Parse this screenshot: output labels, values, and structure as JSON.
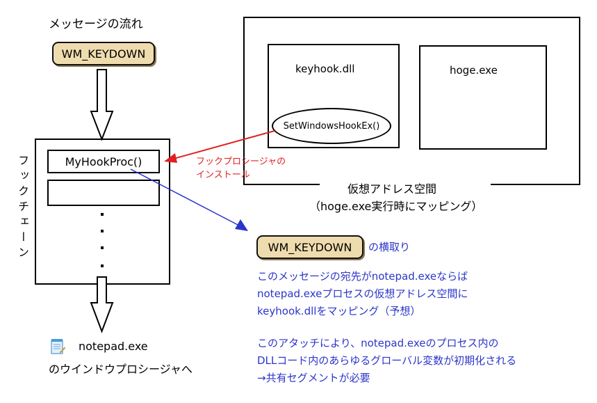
{
  "flow_title": "メッセージの流れ",
  "message_top": "WM_KEYDOWN",
  "hook_chain_label": "フックチェーン",
  "hook_proc": "MyHookProc()",
  "keyhook_dll": "keyhook.dll",
  "hoge_exe": "hoge.exe",
  "set_hook": "SetWindowsHookEx()",
  "install_label_line1": "フックプロシージャの",
  "install_label_line2": "インストール",
  "vspace_line1": "仮想アドレス空間",
  "vspace_line2": "（hoge.exe実行時にマッピング）",
  "message_intercept": "WM_KEYDOWN",
  "intercept_suffix": "の横取り",
  "note1_line1": "このメッセージの宛先がnotepad.exeならば",
  "note1_line2": "notepad.exeプロセスの仮想アドレス空間に",
  "note1_line3": "keyhook.dllをマッピング（予想）",
  "note2_line1": "このアタッチにより、notepad.exeのプロセス内の",
  "note2_line2": "DLLコード内のあらゆるグローバル変数が初期化される",
  "note2_line3": "→共有セグメントが必要",
  "notepad_label": "notepad.exe",
  "window_proc_label": "のウインドウプロシージャへ",
  "colors": {
    "red": "#e02020",
    "blue": "#2b35c9",
    "pill": "#efdcae"
  },
  "icons": [
    "notepad-icon"
  ]
}
